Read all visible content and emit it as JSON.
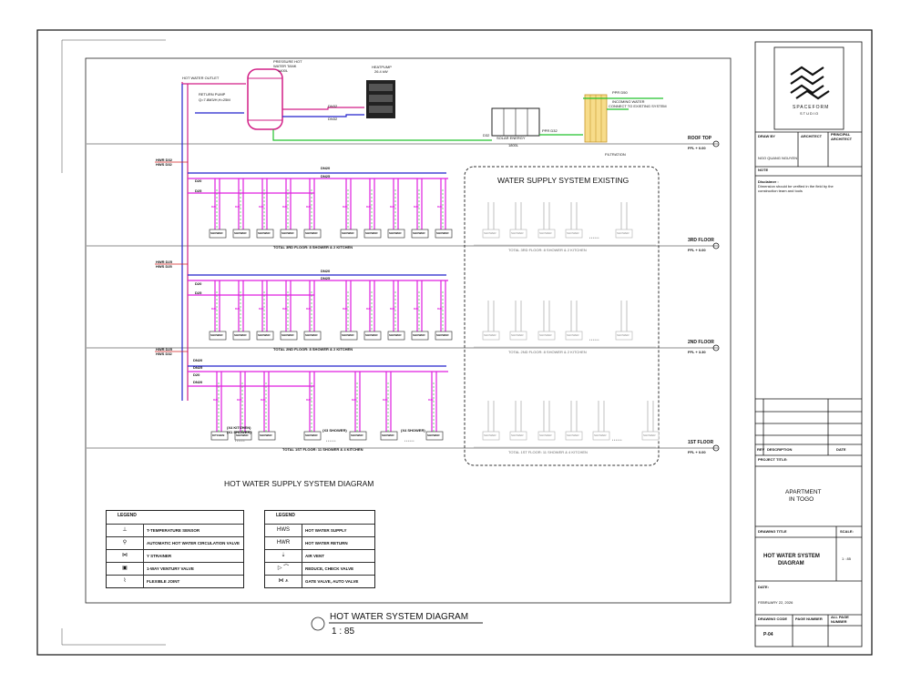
{
  "diagram": {
    "tank_label": [
      "PRESSURE HOT",
      "WATER TANK",
      "1400L"
    ],
    "heatpump_label": [
      "HEATPUMP",
      "26.4 kW"
    ],
    "hot_outlet": "HOT WATER OUTLET",
    "return_pump": [
      "RETURN PUMP",
      "Q=7.8M3/H,H=25M"
    ],
    "incoming": [
      "PPR D50",
      "INCOMING WATER",
      "CONNECT TO EXISTING SYSTEM"
    ],
    "solar": [
      "SOLAR ENERGY",
      "1800L"
    ],
    "filtration": "FILTRATION",
    "pipe_labels": [
      "DN32",
      "DN32",
      "D32",
      "PPR D32",
      "D20",
      "D25",
      "D20",
      "D25",
      "DN20",
      "DN25",
      "DN20",
      "DN25",
      "DN20",
      "DN25",
      "D20",
      "DN20"
    ],
    "side_labels": [
      [
        "HWR D32",
        "HWS D32"
      ],
      [
        "HWR D25",
        "HWS D25"
      ],
      [
        "HWR D25",
        "HWS D32"
      ]
    ],
    "levels": [
      {
        "name": "ROOF TOP",
        "ffl": "FFL + 0.00"
      },
      {
        "name": "3RD FLOOR",
        "ffl": "FFL + 0.00"
      },
      {
        "name": "2ND FLOOR",
        "ffl": "FFL + 3.30"
      },
      {
        "name": "1ST FLOOR",
        "ffl": "FFL + 0.00"
      }
    ],
    "floor_totals": [
      "TOTAL 3RD FLOOR: 8 SHOWER & 2 KITCHEN",
      "TOTAL 2ND FLOOR: 8 SHOWER & 2 KITCHEN",
      "TOTAL 1ST FLOOR: 11 SHOWER & 4 KITCHEN"
    ],
    "existing_totals": [
      "TOTAL 3RD FLOOR: 8 SHOWER & 2 KITCHEN",
      "TOTAL 2ND FLOOR: 8 SHOWER & 2 KITCHEN",
      "TOTAL 1ST FLOOR: 11 SHOWER & 4 KITCHEN"
    ],
    "fixture_label": "SHOWER",
    "kitchen_label": "KITCHEN",
    "pipe_tag": "D20",
    "group_labels": [
      "(X4 KITCHEN)",
      "(X1 SHOWER)",
      "(X3 SHOWER)",
      "(X4 SHOWER)"
    ],
    "ellipsis": "• • • • • •",
    "existing_title": "WATER SUPPLY SYSTEM EXISTING",
    "main_title": "HOT WATER SUPPLY SYSTEM DIAGRAM"
  },
  "legend_left": {
    "title": "LEGEND",
    "rows": [
      {
        "sym": "⊥",
        "text": "T-TEMPERATURE SENSOR"
      },
      {
        "sym": "⚲",
        "text": "AUTOMATIC HOT WATER CIRCULATION VALVE"
      },
      {
        "sym": "⋈",
        "text": "Y STRAINER"
      },
      {
        "sym": "▣",
        "text": "1-WAY VENTURY VALVE"
      },
      {
        "sym": "⌇",
        "text": "FLEXIBLE JOINT"
      }
    ]
  },
  "legend_right": {
    "title": "LEGEND",
    "rows": [
      {
        "sym": "HWS",
        "text": "HOT WATER SUPPLY"
      },
      {
        "sym": "HWR",
        "text": "HOT WATER RETURN"
      },
      {
        "sym": "⇣",
        "text": "AIR VENT"
      },
      {
        "sym": "▷ ⌒",
        "text": "REDUCE, CHECK VALVE"
      },
      {
        "sym": "⋈ ⩚",
        "text": "GATE VALVE, AUTO VALVE"
      }
    ]
  },
  "title_block": {
    "logo": [
      "SPACEFORM",
      "STUDIO"
    ],
    "drawn_by": "DRAW BY",
    "architect": "ARCHITECT",
    "principal": [
      "PRINCIPAL",
      "ARCHITECT"
    ],
    "drawer_name": "NGO QUANG NGUYEN",
    "note": "NOTE",
    "disclaimer": [
      "Disclaimer :",
      "Dimension should be verified in the field by the",
      "construction team and tools"
    ],
    "rev": "REV",
    "description": "DESCRIPTION",
    "date": "DATE",
    "project_title": "PROJECT TITLE:",
    "project": [
      "APARTMENT",
      "IN TOGO"
    ],
    "drawing_title": "DRAWING TITLE",
    "scale": "SCALE:",
    "drawing_name": [
      "HOT WATER SYSTEM",
      "DIAGRAM"
    ],
    "scale_value": "1 : 85",
    "date_label": "DATE:",
    "date_value": "FEBRUARY 22, 2026",
    "drawing_code": "DRAWING CODE",
    "page_number": "PAGE NUMBER",
    "all_page": [
      "ALL PAGE",
      "NUMBER"
    ],
    "code_value": "P-04"
  },
  "caption": {
    "title": "HOT WATER SYSTEM DIAGRAM",
    "scale": "1 : 85"
  },
  "colors": {
    "hot_supply": "#e01ee0",
    "return": "#2222cc",
    "cold": "#22c22c",
    "heater": "#d21f86",
    "pipe_red": "#d21f1f",
    "filter": "#f2c340",
    "grey": "#b0b0b0"
  }
}
